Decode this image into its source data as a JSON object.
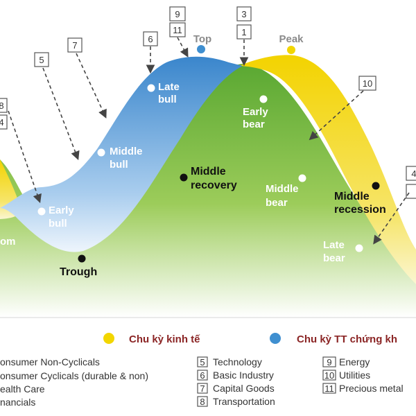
{
  "colors": {
    "economic_cycle": "#f2d600",
    "stock_cycle": "#3f8fd0",
    "overlap_green": "#78b943"
  },
  "legend": {
    "economic_cycle": "Chu kỳ kinh tế",
    "stock_cycle": "Chu kỳ TT chứng kh"
  },
  "peaks": {
    "top": "Top",
    "peak": "Peak"
  },
  "phases": {
    "late_bull": [
      "Late",
      "bull"
    ],
    "middle_bull": [
      "Middle",
      "bull"
    ],
    "early_bull": [
      "Early",
      "bull"
    ],
    "early_bear": [
      "Early",
      "bear"
    ],
    "middle_bear": [
      "Middle",
      "bear"
    ],
    "late_bear": [
      "Late",
      "bear"
    ],
    "boom_partial": "om",
    "trough": "Trough",
    "middle_recovery": [
      "Middle",
      "recovery"
    ],
    "middle_recession": [
      "Middle",
      "recession"
    ]
  },
  "badges": {
    "b9": "9",
    "b11": "11",
    "b3": "3",
    "b1": "1",
    "b6": "6",
    "b7": "7",
    "b5": "5",
    "b10": "10",
    "b8_partial": "8",
    "b4_partial": "4",
    "b4_right": "4"
  },
  "sectors": {
    "col1": [
      "onsumer Non-Cyclicals",
      "onsumer Cyclicals (durable & non)",
      "ealth Care",
      "nancials"
    ],
    "col2": [
      {
        "num": "5",
        "label": "Technology"
      },
      {
        "num": "6",
        "label": "Basic Industry"
      },
      {
        "num": "7",
        "label": "Capital Goods"
      },
      {
        "num": "8",
        "label": "Transportation"
      }
    ],
    "col3": [
      {
        "num": "9",
        "label": "Energy"
      },
      {
        "num": "10",
        "label": "Utilities"
      },
      {
        "num": "11",
        "label": "Precious metal"
      }
    ]
  }
}
